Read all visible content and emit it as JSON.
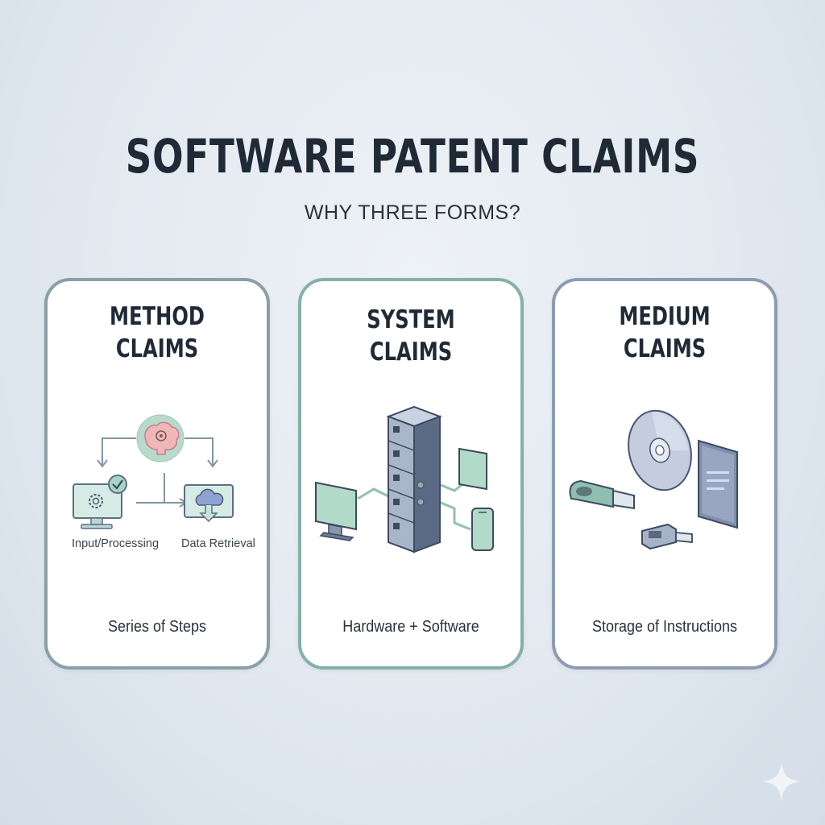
{
  "header": {
    "title": "SOFTWARE PATENT CLAIMS",
    "subtitle": "WHY THREE FORMS?"
  },
  "cards": [
    {
      "title": "METHOD\nCLAIMS",
      "caption": "Series of Steps",
      "border_color": "#8a9fa7",
      "illustration": {
        "icons": [
          "brain-gear-icon",
          "monitor-gear-check-icon",
          "monitor-cloud-download-icon"
        ],
        "labels": [
          "Input/Processing",
          "Data Retrieval"
        ]
      }
    },
    {
      "title": "SYSTEM CLAIMS",
      "caption": "Hardware + Software",
      "border_color": "#86afa9",
      "illustration": {
        "icons": [
          "server-rack-icon",
          "desktop-monitor-icon",
          "tablet-icon",
          "smartphone-icon"
        ]
      }
    },
    {
      "title": "MEDIUM\nCLAIMS",
      "caption": "Storage of Instructions",
      "border_color": "#8d9bb5",
      "illustration": {
        "icons": [
          "optical-disc-icon",
          "usb-drive-icon",
          "usb-stick-icon",
          "ssd-drive-icon"
        ]
      }
    }
  ],
  "watermark": {
    "icon": "sparkle-icon"
  },
  "colors": {
    "title_text": "#1f2a36",
    "accent_teal": "#a9d3c4",
    "accent_pink": "#e8a0a6",
    "device_slate": "#5b6b86"
  }
}
